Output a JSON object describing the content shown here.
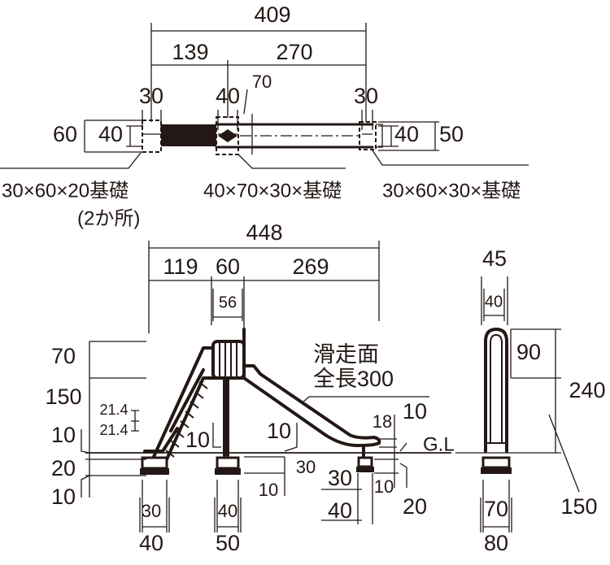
{
  "plan_view": {
    "overall": "409",
    "left_span": "139",
    "right_span": "270",
    "left_footing_width": "30",
    "center_footing_width": "40",
    "center_footing_length": "70",
    "right_footing_width": "30",
    "left_outer": "60",
    "left_inner": "40",
    "right_inner": "40",
    "right_outer": "50",
    "label_left": "30×60×20基礎",
    "label_left_note": "(2か所)",
    "label_center": "40×70×30×基礎",
    "label_right": "30×60×30×基礎"
  },
  "side_view": {
    "overall": "448",
    "span_a": "119",
    "span_b": "60",
    "span_c": "269",
    "platform": "56",
    "h70": "70",
    "h150": "150",
    "h10": "10",
    "h20": "20",
    "h10b": "10",
    "step1": "21.4",
    "step2": "21.4",
    "pole_10": "10",
    "mid_10": "10",
    "mid_30": "30",
    "mid_10b": "10",
    "end_18": "18",
    "end_10": "10",
    "end_30": "30",
    "end_40": "40",
    "end_10b": "10",
    "end_20": "20",
    "foot_l_inner": "30",
    "foot_l_outer": "40",
    "foot_c_inner": "40",
    "foot_c_outer": "50",
    "slide_label1": "滑走面",
    "slide_label2": "全長300",
    "ground": "G.L"
  },
  "front_view": {
    "top_outer": "45",
    "top_inner": "40",
    "h90": "90",
    "h240": "240",
    "h150": "150",
    "foot_inner": "70",
    "foot_outer": "80"
  }
}
